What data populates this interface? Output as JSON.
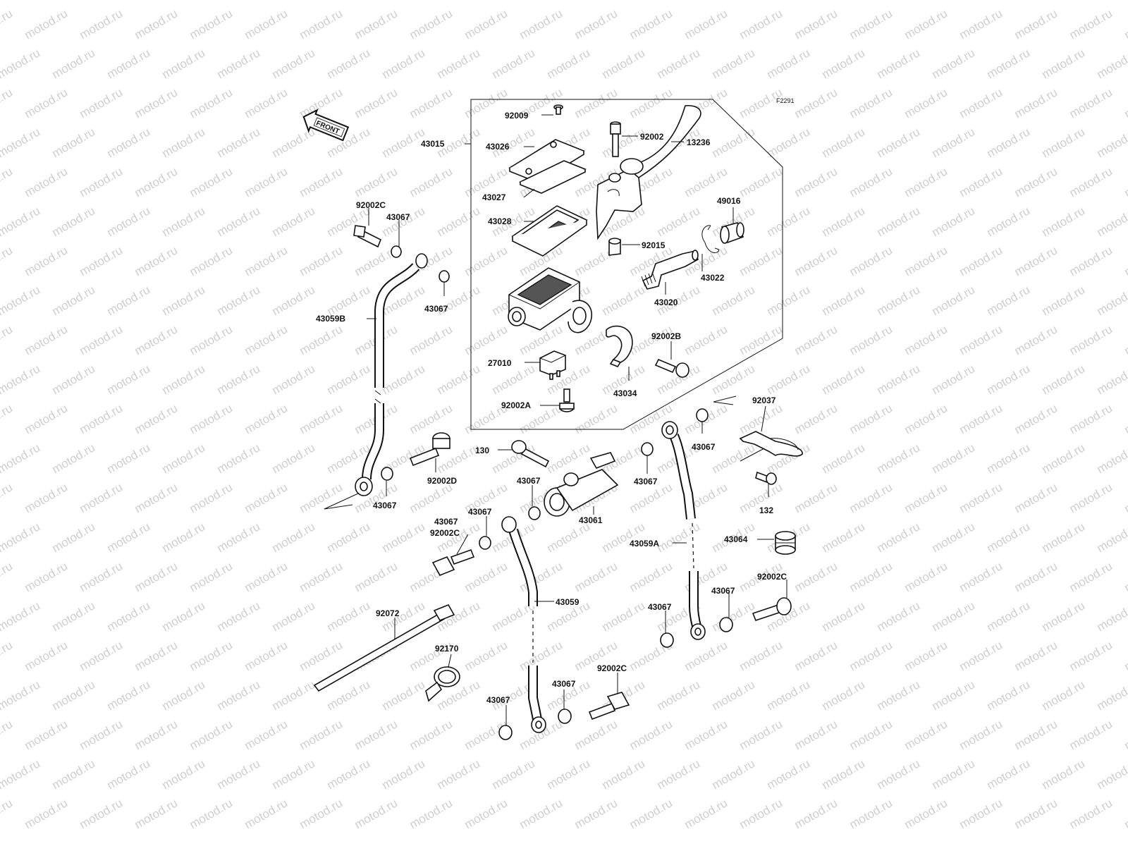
{
  "watermark": "motod.ru",
  "diagram_code": "F2291",
  "front_arrow": "FRONT",
  "labels": {
    "l43015": "43015",
    "l92009": "92009",
    "l43026": "43026",
    "l43027": "43027",
    "l43028": "43028",
    "l92002": "92002",
    "l13236": "13236",
    "l49016": "49016",
    "l92015": "92015",
    "l43022": "43022",
    "l43020": "43020",
    "l92002B": "92002B",
    "l27010": "27010",
    "l43034": "43034",
    "l92002A": "92002A",
    "l92002C_a": "92002C",
    "l43067_a": "43067",
    "l43067_b": "43067",
    "l43059B": "43059B",
    "l92002D": "92002D",
    "l43067_c": "43067",
    "l130": "130",
    "l43067_d": "43067",
    "l43061": "43061",
    "l43067_e": "43067",
    "l43067_f": "43067",
    "l92037": "92037",
    "l132": "132",
    "l43059A": "43059A",
    "l43064": "43064",
    "l43067_g": "43067",
    "l92002C_b": "92002C",
    "l43067_h": "43067",
    "l92002C_c": "92002C",
    "l43067_i": "43067",
    "l43059": "43059",
    "l92072": "92072",
    "l92170": "92170",
    "l43067_j": "43067",
    "l43067_k": "43067",
    "l92002C_d": "92002C",
    "l43067_l": "43067"
  }
}
